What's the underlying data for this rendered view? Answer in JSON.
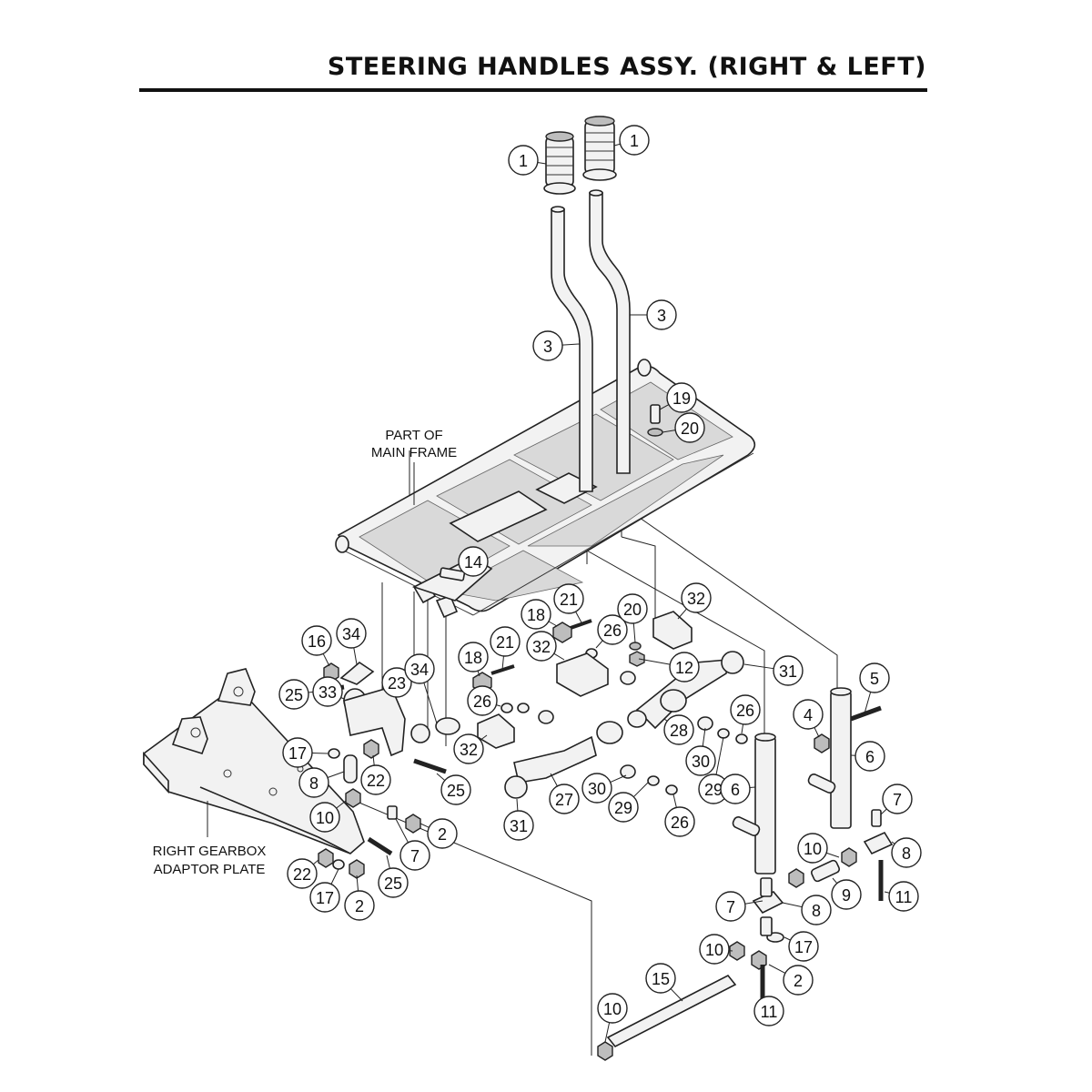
{
  "title": "STEERING HANDLES ASSY. (RIGHT & LEFT)",
  "notes": {
    "main_frame": [
      "PART OF",
      "MAIN FRAME"
    ],
    "gearbox": [
      "RIGHT GEARBOX",
      "ADAPTOR PLATE"
    ]
  },
  "callouts": [
    {
      "label": "1"
    },
    {
      "label": "1"
    },
    {
      "label": "3"
    },
    {
      "label": "3"
    },
    {
      "label": "19"
    },
    {
      "label": "20"
    },
    {
      "label": "14"
    },
    {
      "label": "21"
    },
    {
      "label": "18"
    },
    {
      "label": "26"
    },
    {
      "label": "20"
    },
    {
      "label": "32"
    },
    {
      "label": "16"
    },
    {
      "label": "34"
    },
    {
      "label": "18"
    },
    {
      "label": "21"
    },
    {
      "label": "32"
    },
    {
      "label": "12"
    },
    {
      "label": "31"
    },
    {
      "label": "25"
    },
    {
      "label": "33"
    },
    {
      "label": "23"
    },
    {
      "label": "26"
    },
    {
      "label": "34"
    },
    {
      "label": "5"
    },
    {
      "label": "4"
    },
    {
      "label": "28"
    },
    {
      "label": "26"
    },
    {
      "label": "6"
    },
    {
      "label": "17"
    },
    {
      "label": "32"
    },
    {
      "label": "30"
    },
    {
      "label": "29"
    },
    {
      "label": "8"
    },
    {
      "label": "22"
    },
    {
      "label": "25"
    },
    {
      "label": "6"
    },
    {
      "label": "10"
    },
    {
      "label": "27"
    },
    {
      "label": "30"
    },
    {
      "label": "29"
    },
    {
      "label": "7"
    },
    {
      "label": "31"
    },
    {
      "label": "26"
    },
    {
      "label": "2"
    },
    {
      "label": "7"
    },
    {
      "label": "10"
    },
    {
      "label": "8"
    },
    {
      "label": "22"
    },
    {
      "label": "25"
    },
    {
      "label": "17"
    },
    {
      "label": "2"
    },
    {
      "label": "9"
    },
    {
      "label": "11"
    },
    {
      "label": "7"
    },
    {
      "label": "8"
    },
    {
      "label": "17"
    },
    {
      "label": "10"
    },
    {
      "label": "2"
    },
    {
      "label": "15"
    },
    {
      "label": "11"
    },
    {
      "label": "10"
    }
  ]
}
